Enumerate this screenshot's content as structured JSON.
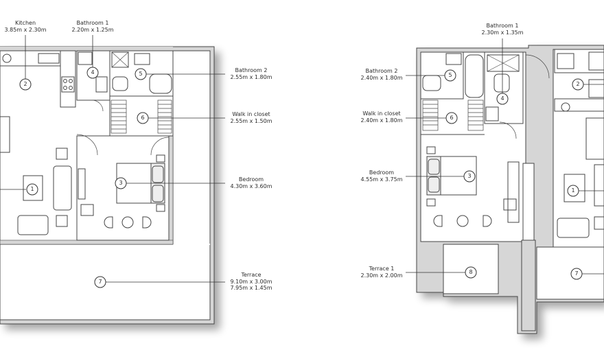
{
  "plan_left": {
    "kitchen": {
      "name": "Kitchen",
      "size": "3.85m x 2.30m"
    },
    "bathroom1": {
      "name": "Bathroom 1",
      "size": "2.20m x 1.25m"
    },
    "bathroom2": {
      "name": "Bathroom 2",
      "size": "2.55m x 1.80m"
    },
    "walk_in_closet": {
      "name": "Walk in closet",
      "size": "2.55m x 1.50m"
    },
    "bedroom": {
      "name": "Bedroom",
      "size": "4.30m x 3.60m"
    },
    "terrace": {
      "name": "Terrace",
      "size1": "9.10m x 3.00m",
      "size2": "7.95m x 1.45m"
    },
    "markers": [
      "1",
      "2",
      "3",
      "4",
      "5",
      "6",
      "7"
    ]
  },
  "plan_right": {
    "bathroom1": {
      "name": "Bathroom 1",
      "size": "2.30m x 1.35m"
    },
    "bathroom2": {
      "name": "Bathroom 2",
      "size": "2.40m x 1.80m"
    },
    "walk_in_closet": {
      "name": "Walk in closet",
      "size": "2.40m x 1.80m"
    },
    "bedroom": {
      "name": "Bedroom",
      "size": "4.55m x 3.75m"
    },
    "terrace1": {
      "name": "Terrace 1",
      "size": "2.30m x 2.00m"
    },
    "markers": [
      "1",
      "2",
      "3",
      "4",
      "5",
      "6",
      "7",
      "8"
    ]
  },
  "colors": {
    "wall": "#cfcfcf",
    "line": "#333333",
    "fill": "#ffffff"
  }
}
